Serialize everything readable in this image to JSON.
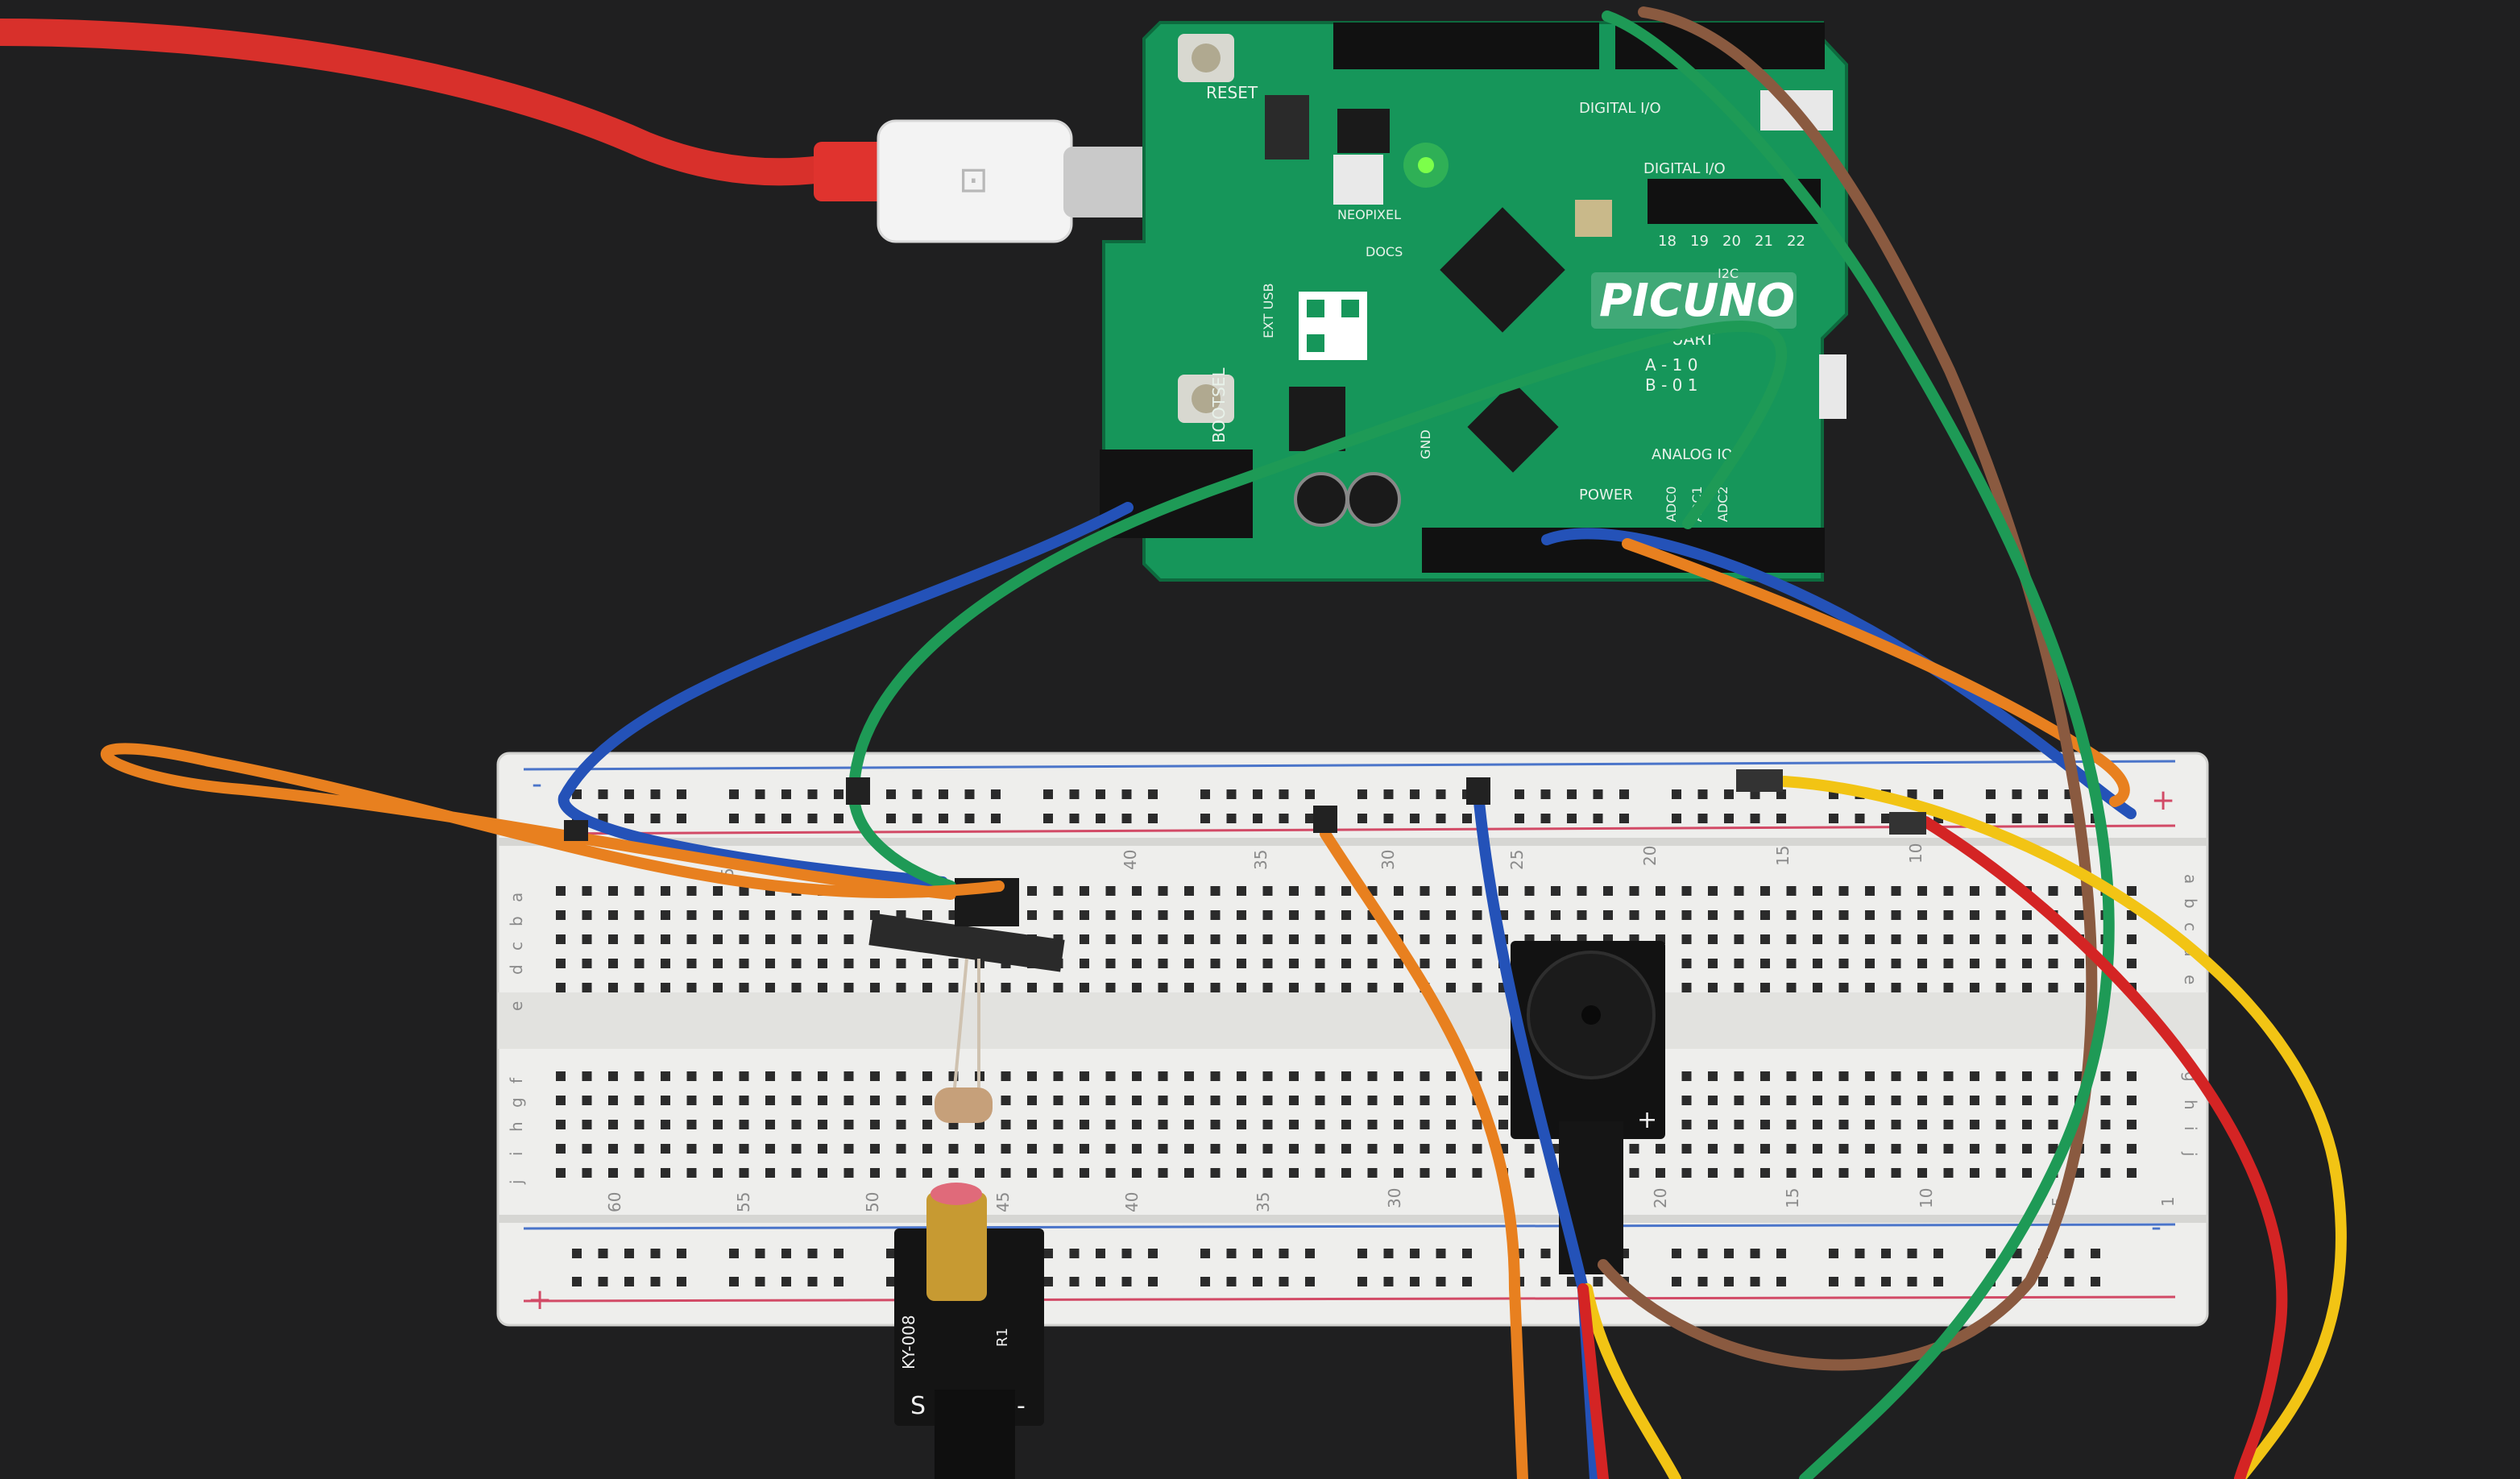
{
  "board": {
    "name": "PICUNO",
    "labels": {
      "reset": "RESET",
      "bootsel": "BOOTSEL",
      "digital_io_top": "DIGITAL I/O",
      "digital_io_mid": "DIGITAL I/O",
      "neopixel": "NEOPIXEL",
      "docs": "DOCS",
      "ext_usb": "EXT USB",
      "power": "POWER",
      "analog_io": "ANALOG IO",
      "uart": "UART",
      "i2c": "I2C",
      "gnd": "GND",
      "uart_a": "A - 1 0",
      "uart_b": "B - 0 1"
    },
    "pin_numbers_mid": [
      "18",
      "19",
      "20",
      "21",
      "22"
    ],
    "analog_labels": [
      "ADC0",
      "ADC1",
      "ADC2"
    ]
  },
  "breadboard": {
    "top_numbers": [
      "55",
      "40",
      "35",
      "30",
      "25",
      "20",
      "15",
      "10"
    ],
    "bottom_numbers": [
      "60",
      "55",
      "50",
      "45",
      "40",
      "35",
      "30",
      "20",
      "15",
      "10",
      "5",
      "1"
    ],
    "row_letters_left": [
      "a",
      "b",
      "c",
      "d",
      "e",
      "f",
      "g",
      "h",
      "i",
      "j"
    ],
    "row_letters_right": [
      "a",
      "b",
      "c",
      "d",
      "e",
      "g",
      "h",
      "i",
      "j"
    ],
    "rail_symbols": {
      "minus": "-",
      "plus": "+"
    }
  },
  "laser_module": {
    "label": "KY-008",
    "pin_s": "S",
    "pin_minus": "-",
    "r1": "R1"
  },
  "buzzer_module": {
    "plus": "+"
  },
  "cable": {
    "connector_logo": "⊡"
  },
  "wire_colors": {
    "usb_cable": "#e0332e",
    "blue": "#2452b8",
    "green": "#1e9a56",
    "brown": "#8a5a40",
    "orange": "#e8801f",
    "yellow": "#f2c414",
    "red": "#d42424"
  }
}
